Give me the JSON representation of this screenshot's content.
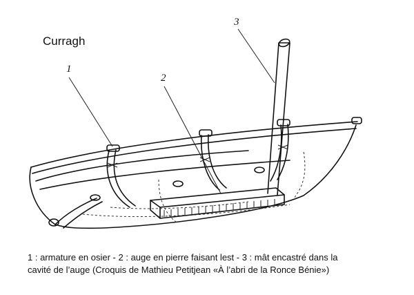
{
  "title": "Curragh",
  "callouts": [
    "1",
    "2",
    "3"
  ],
  "caption": {
    "line1": "1 : armature en osier - 2 : auge en pierre faisant lest - 3 : mât encastré dans la",
    "line2": "cavité de l’auge (Croquis de Mathieu Petitjean «À l’abri de la Ronce Bénie»)"
  }
}
